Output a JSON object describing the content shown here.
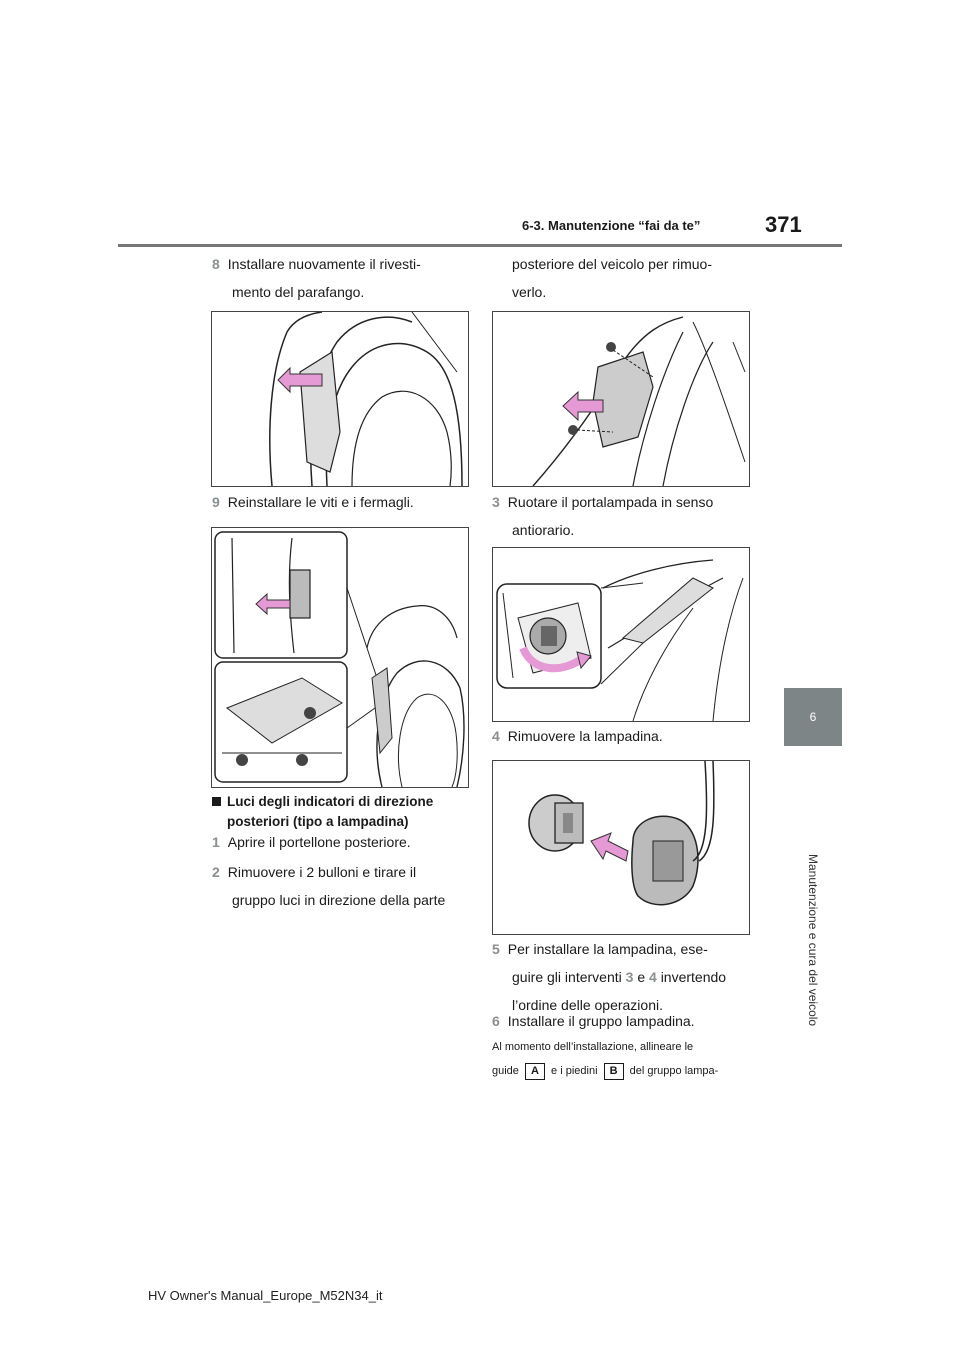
{
  "header": {
    "section": "6-3. Manutenzione “fai da te”",
    "page": "371"
  },
  "side": {
    "tab": "6",
    "label": "Manutenzione e cura del veicolo"
  },
  "left": {
    "step8": {
      "num": "8",
      "line1": "Installare nuovamente il rivesti-",
      "line2": "mento del parafango."
    },
    "step9": {
      "num": "9",
      "text": "Reinstallare le viti e i fermagli."
    },
    "section_heading": {
      "line1": "Luci degli indicatori di direzione",
      "line2": "posteriori (tipo a lampadina)"
    },
    "step1": {
      "num": "1",
      "text": "Aprire il portellone posteriore."
    },
    "step2": {
      "num": "2",
      "line1": "Rimuovere i 2 bulloni e tirare il",
      "line2": "gruppo luci in direzione della parte"
    }
  },
  "right": {
    "step2_cont": {
      "line1": "posteriore del veicolo per rimuo-",
      "line2": "verlo."
    },
    "step3": {
      "num": "3",
      "line1": "Ruotare il portalampada in senso",
      "line2": "antiorario."
    },
    "step4": {
      "num": "4",
      "text": "Rimuovere la lampadina."
    },
    "step5": {
      "num": "5",
      "line1": "Per installare la lampadina, ese-",
      "line2_a": "guire gli interventi",
      "ref3": "3",
      "and": "e",
      "ref4": "4",
      "line2_b": "invertendo",
      "line3": "l’ordine delle operazioni."
    },
    "step6": {
      "num": "6",
      "text": "Installare il gruppo lampadina."
    },
    "note": {
      "line1": "Al momento dell’installazione, allineare le",
      "guide": "guide",
      "label_a": "A",
      "mid": "e i piedini",
      "label_b": "B",
      "end": "del gruppo lampa-"
    }
  },
  "footer": {
    "text": "HV Owner's Manual_Europe_M52N34_it"
  },
  "colors": {
    "arrow": "#e59ad6",
    "rule": "#777777",
    "tab": "#7d8586"
  }
}
